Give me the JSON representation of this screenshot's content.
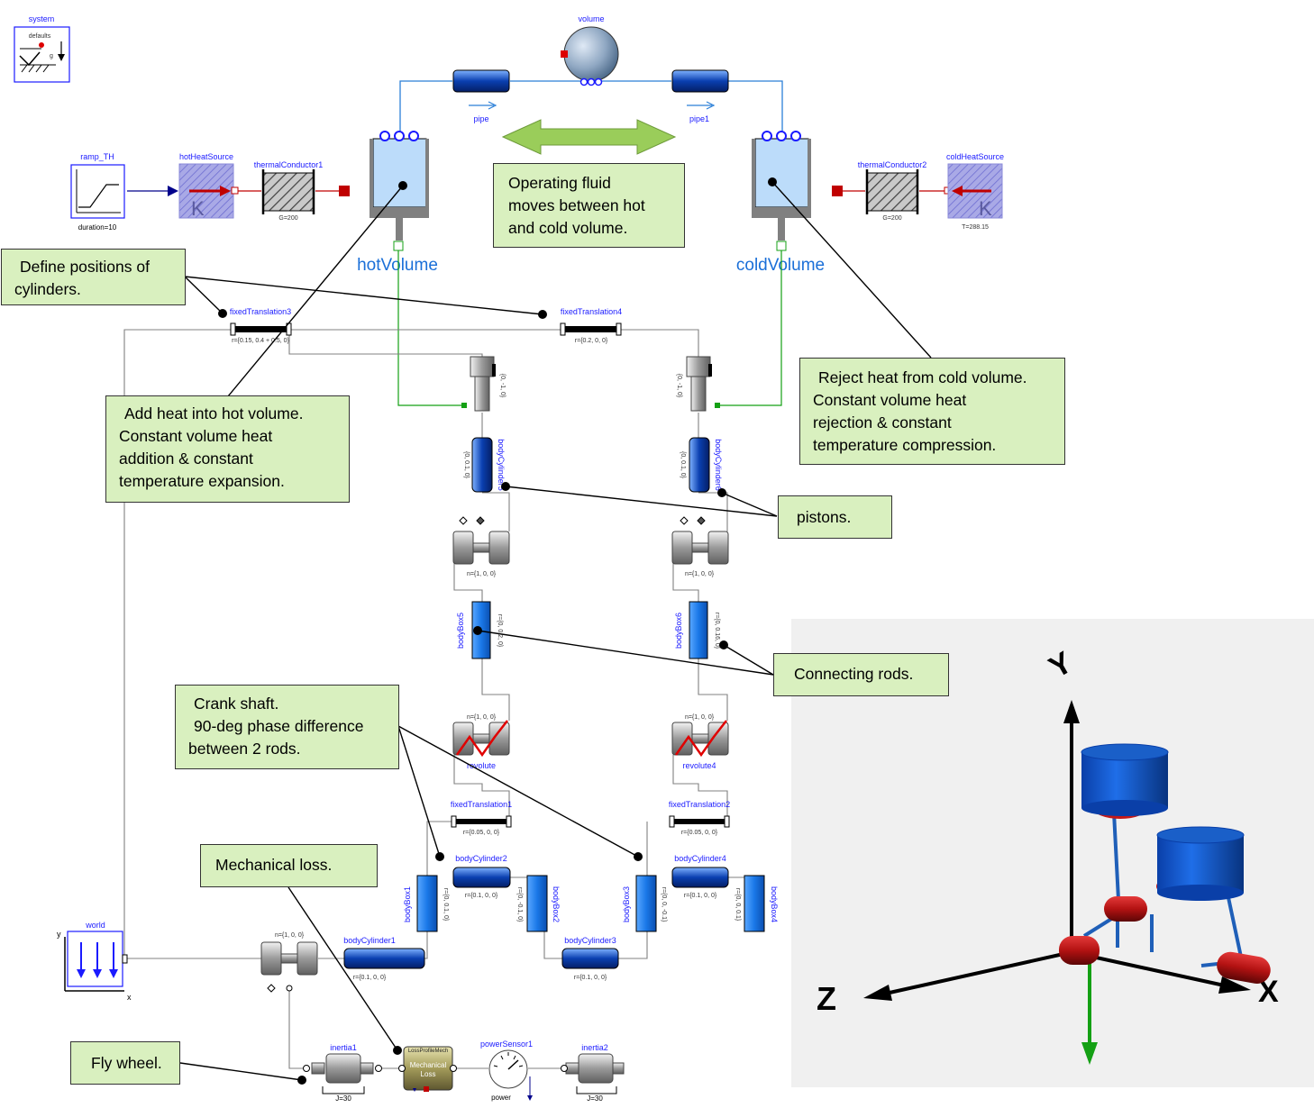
{
  "components": {
    "system": "system",
    "system_inner": "defaults",
    "system_g": "g",
    "volume": "volume",
    "pipe": "pipe",
    "pipe1": "pipe1",
    "ramp": "ramp_TH",
    "ramp_param": "duration=10",
    "hot_heat_source": "hotHeatSource",
    "hot_heat_source_K": "K",
    "thermal_conductor1": "thermalConductor1",
    "thermal_conductor1_param": "G=200",
    "thermal_conductor2": "thermalConductor2",
    "thermal_conductor2_param": "G=200",
    "cold_heat_source": "coldHeatSource",
    "cold_heat_source_K": "K",
    "cold_heat_source_param": "T=288.15",
    "hot_volume": "hotVolume",
    "cold_volume": "coldVolume",
    "fixed_translation3": "fixedTranslation3",
    "fixed_translation3_param": "r={0.15, 0.4 + 0.5, 0}",
    "fixed_translation4": "fixedTranslation4",
    "fixed_translation4_param": "r={0.2, 0, 0}",
    "prismatic_left_param": "{0, -1, 0}",
    "prismatic_right_param": "{0, -1, 0}",
    "body_cylinder5": "bodyCylinder5",
    "body_cylinder5_param": "{0, 0.1, 0}",
    "body_cylinder6": "bodyCylinder6",
    "body_cylinder6_param": "{0, 0.1, 0}",
    "spherical_left_param": "n={1, 0, 0}",
    "spherical_right_param": "n={1, 0, 0}",
    "body_box5": "bodyBox5",
    "body_box5_param": "r={0, 0.2, 0}",
    "body_box6": "bodyBox6",
    "body_box6_param": "r={0, 0.16, 0}",
    "revolute": "revolute",
    "revolute_param": "n={1, 0, 0}",
    "revolute4": "revolute4",
    "revolute4_param": "n={1, 0, 0}",
    "fixed_translation1": "fixedTranslation1",
    "fixed_translation1_param": "r={0.05, 0, 0}",
    "fixed_translation2": "fixedTranslation2",
    "fixed_translation2_param": "r={0.05, 0, 0}",
    "body_cylinder2": "bodyCylinder2",
    "body_cylinder2_param": "r={0.1, 0, 0}",
    "body_cylinder4": "bodyCylinder4",
    "body_cylinder4_param": "r={0.1, 0, 0}",
    "body_box1": "bodyBox1",
    "body_box1_param": "r={0, 0.1, 0}",
    "body_box2": "bodyBox2",
    "body_box2_param": "r={0, -0.1, 0}",
    "body_box3": "bodyBox3",
    "body_box3_param": "r={0, 0, -0.1}",
    "body_box4": "bodyBox4",
    "body_box4_param": "r={0, 0, 0.1}",
    "body_cylinder3": "bodyCylinder3",
    "body_cylinder3_param": "r={0.1, 0, 0}",
    "body_cylinder1": "bodyCylinder1",
    "body_cylinder1_param": "r={0.1, 0, 0}",
    "revolute_main_param": "n={1, 0, 0}",
    "world": "world",
    "world_y": "y",
    "world_x": "x",
    "inertia1": "inertia1",
    "inertia1_param": "J=30",
    "loss": "LossProfileMech",
    "loss_inner1": "Mechanical",
    "loss_inner2": "Loss",
    "power_sensor1": "powerSensor1",
    "power_label": "power",
    "inertia2": "inertia2",
    "inertia2_param": "J=30"
  },
  "annotations": {
    "fluid": [
      "Operating fluid",
      "moves between hot",
      "and cold volume."
    ],
    "positions": [
      "Define positions of",
      "cylinders."
    ],
    "hot": [
      "Add heat into hot volume.",
      "Constant volume heat",
      "addition & constant",
      "temperature expansion."
    ],
    "cold": [
      "Reject heat from cold volume.",
      "Constant volume heat",
      "rejection & constant",
      "temperature compression."
    ],
    "pistons": [
      "pistons."
    ],
    "rods": [
      "Connecting rods."
    ],
    "crank": [
      "Crank shaft.",
      "90-deg phase difference",
      "between 2 rods."
    ],
    "mech_loss": [
      "Mechanical loss."
    ],
    "flywheel": [
      "Fly wheel."
    ]
  },
  "axes3d": {
    "x": "X",
    "y": "Y",
    "z": "Z"
  },
  "colors": {
    "annotation_fill": "#d9f0bf",
    "connector_blue": "#2b7fd8",
    "thermal_red": "#c00000",
    "mech_gray": "#808080",
    "heat_port_green": "#14a014",
    "cylinder_blue": "#0050d0",
    "arrow_green": "#9acd5a"
  },
  "icons": [
    "system-icon",
    "volume-icon",
    "pipe-icon",
    "ramp-icon",
    "heat-source-icon",
    "thermal-conductor-icon",
    "piston-cylinder-icon",
    "prismatic-icon",
    "body-cylinder-icon",
    "spherical-joint-icon",
    "body-box-icon",
    "revolute-joint-icon",
    "fixed-translation-icon",
    "world-icon",
    "inertia-icon",
    "loss-icon",
    "power-sensor-icon",
    "double-arrow-icon"
  ]
}
